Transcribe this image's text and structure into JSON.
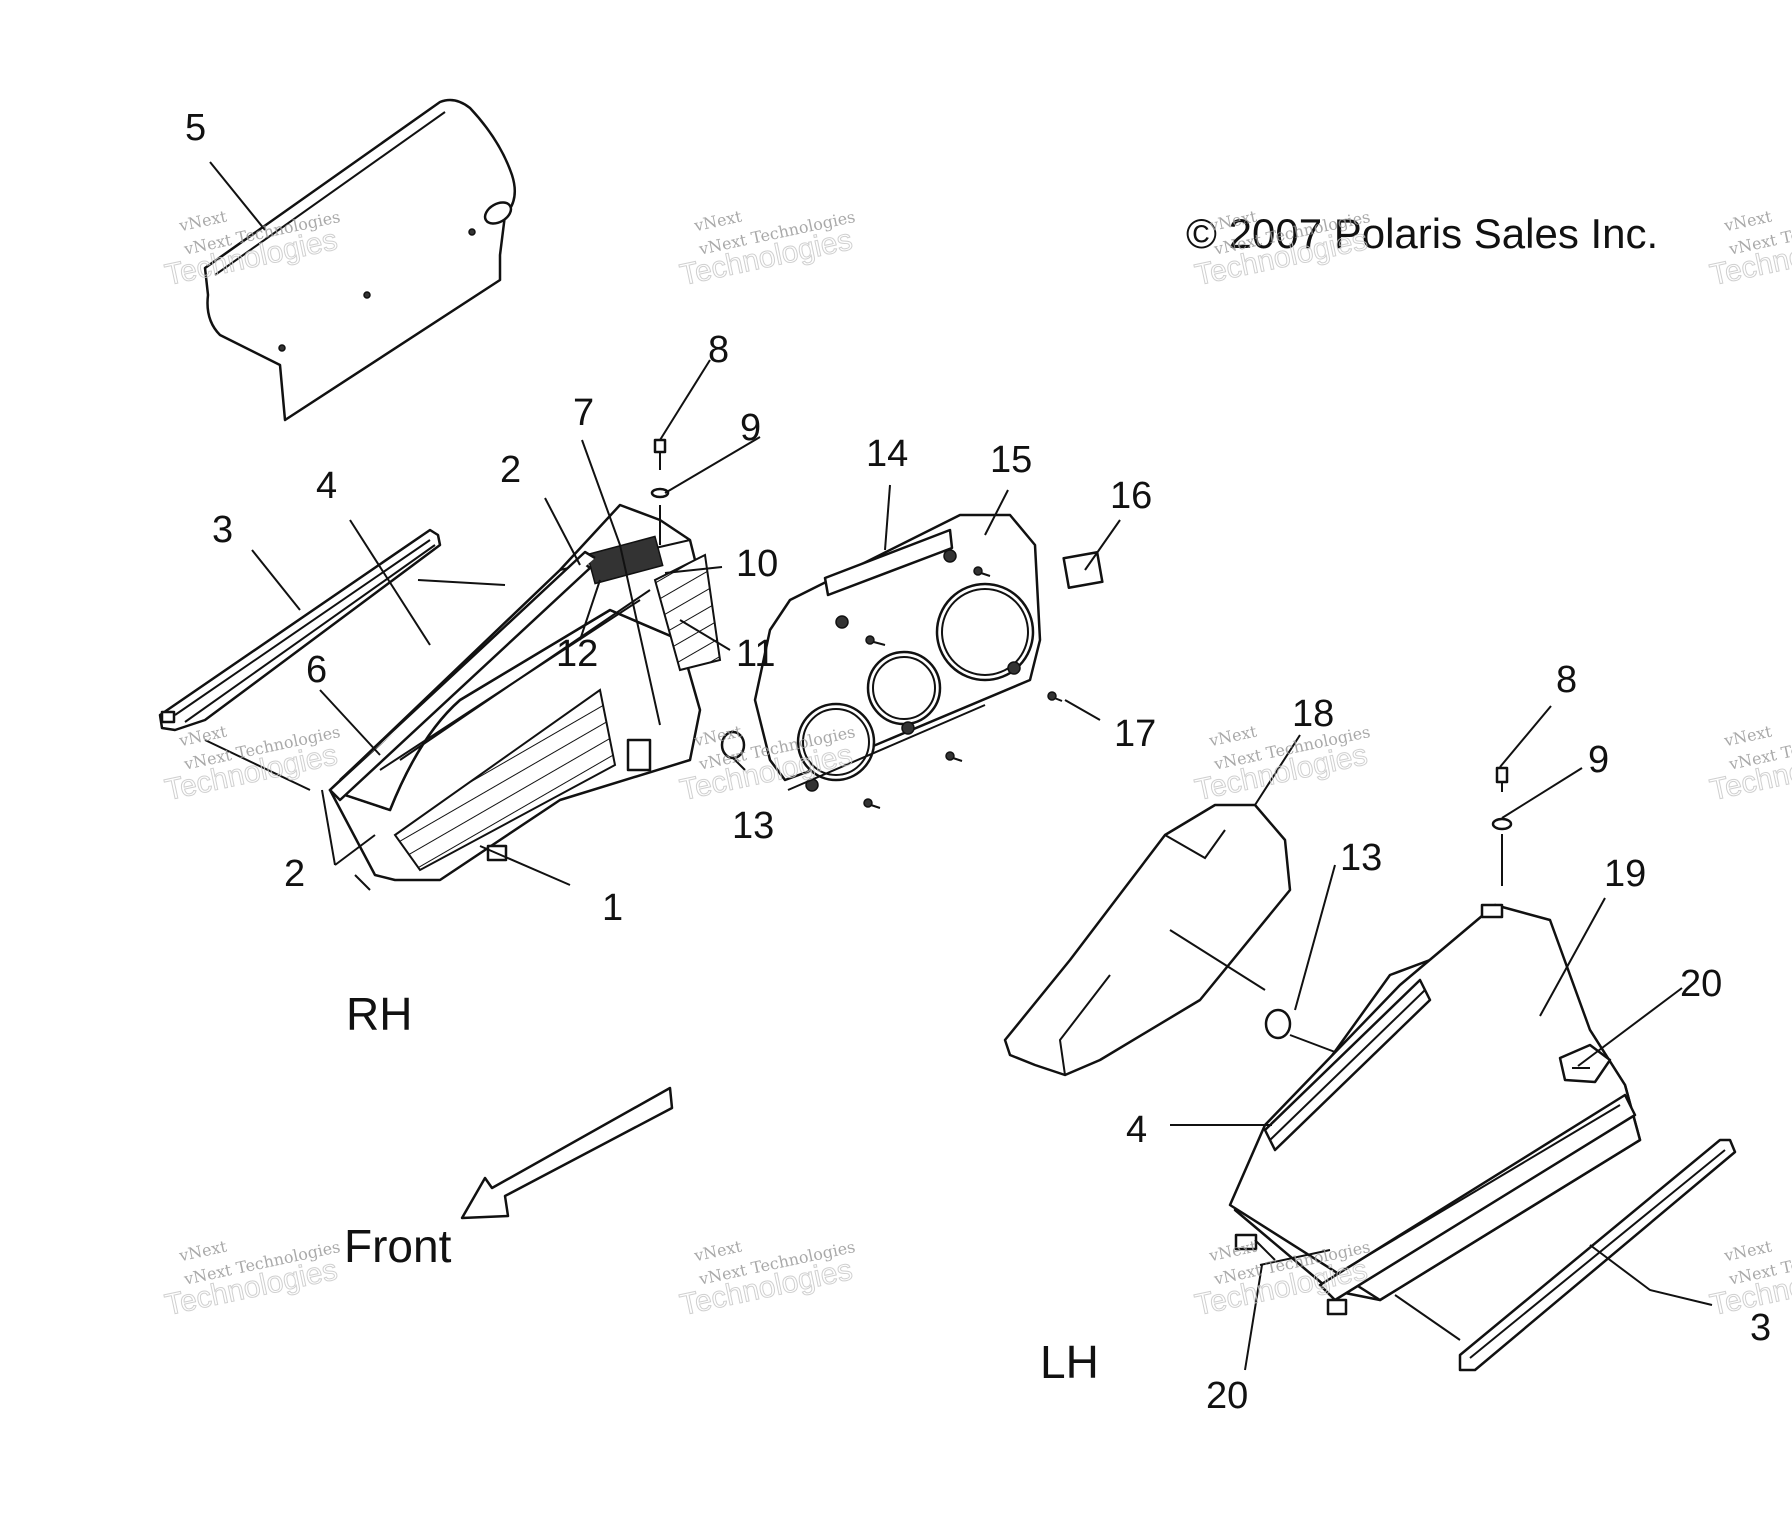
{
  "copyright": "© 2007 Polaris Sales Inc.",
  "side_labels": {
    "right_hand": "RH",
    "left_hand": "LH"
  },
  "direction": {
    "front": "Front"
  },
  "callouts": {
    "c1": "1",
    "c2a": "2",
    "c2b": "2",
    "c3a": "3",
    "c3b": "3",
    "c4a": "4",
    "c4b": "4",
    "c5": "5",
    "c6": "6",
    "c7": "7",
    "c8a": "8",
    "c8b": "8",
    "c9a": "9",
    "c9b": "9",
    "c10": "10",
    "c11": "11",
    "c12": "12",
    "c13a": "13",
    "c13b": "13",
    "c14": "14",
    "c15": "15",
    "c16": "16",
    "c17": "17",
    "c18": "18",
    "c19": "19",
    "c20a": "20",
    "c20b": "20"
  },
  "watermark": {
    "line1": "vNext Technologies",
    "line2": "Technologies",
    "line3": "vNext"
  }
}
